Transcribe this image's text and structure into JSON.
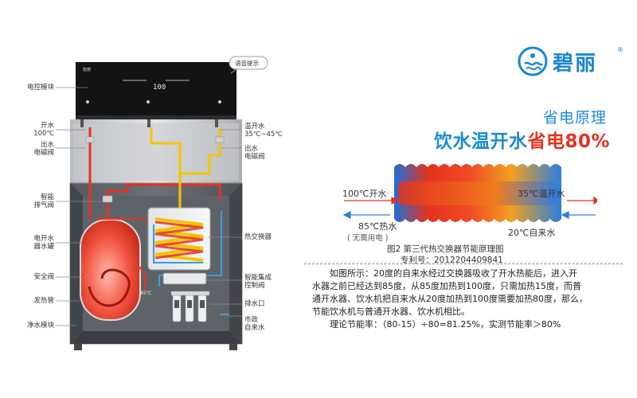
{
  "brand": {
    "name": "碧丽",
    "reg_mark": "®"
  },
  "title": {
    "line1": "省电原理",
    "line2_part1": "饮水温开水",
    "line2_part2": "省电80%"
  },
  "machine": {
    "speech_bubble": "语音提示",
    "panel_brand": "碧丽",
    "display_number": "100",
    "warm_temp_marker": "85℃"
  },
  "left_labels": [
    {
      "key": "control",
      "lines": [
        "电控模块"
      ]
    },
    {
      "key": "boil-water",
      "lines": [
        "开水",
        "100℃"
      ]
    },
    {
      "key": "outlet-valve",
      "lines": [
        "出水",
        "电磁阀"
      ]
    },
    {
      "key": "vent-valve",
      "lines": [
        "智能",
        "排气阀"
      ]
    },
    {
      "key": "boiler-tank",
      "lines": [
        "电开水",
        "器水罐"
      ]
    },
    {
      "key": "safety-valve",
      "lines": [
        "安全阀"
      ]
    },
    {
      "key": "heating-tube",
      "lines": [
        "发热管"
      ]
    },
    {
      "key": "purify-module",
      "lines": [
        "净水模块"
      ]
    }
  ],
  "right_labels": [
    {
      "key": "warm-water",
      "lines": [
        "温开水",
        "35℃~45℃"
      ]
    },
    {
      "key": "outlet-valve-right",
      "lines": [
        "出水",
        "电磁阀"
      ]
    },
    {
      "key": "heat-exchanger",
      "lines": [
        "热交换器"
      ]
    },
    {
      "key": "smart-board",
      "lines": [
        "智能集成",
        "控制阀"
      ]
    },
    {
      "key": "drain",
      "lines": [
        "排水口"
      ]
    },
    {
      "key": "tap-water",
      "lines": [
        "市政",
        "自来水"
      ]
    }
  ],
  "exchanger": {
    "in_hot": "100℃开水",
    "out_warm": "35℃温开水",
    "hot_out": "85℃热水",
    "hot_out_note": "( 无需用电 )",
    "cold_in": "20℃自来水"
  },
  "caption": {
    "figure": "图2 第三代热交换器节能原理图",
    "patent": "专利号：2012204409841"
  },
  "paragraph": {
    "line1": "如图所示：20度的自来水经过交换器吸收了开水热能后，进入开",
    "line2": "水器之前已经达到85度，从85度加热到100度，只需加热15度，而普",
    "line3": "通开水器、饮水机把自来水从20度加热到100度需要加热80度，那么，",
    "line4": "节能饮水机与普通开水器、饮水机相比。",
    "formula": "理论节能率：（80-15）÷80=81.25%，实测节能率＞80%"
  },
  "colors": {
    "brand_blue": "#1a86d0",
    "hot_red": "#e5321e",
    "warm_yellow": "#f5c400"
  }
}
